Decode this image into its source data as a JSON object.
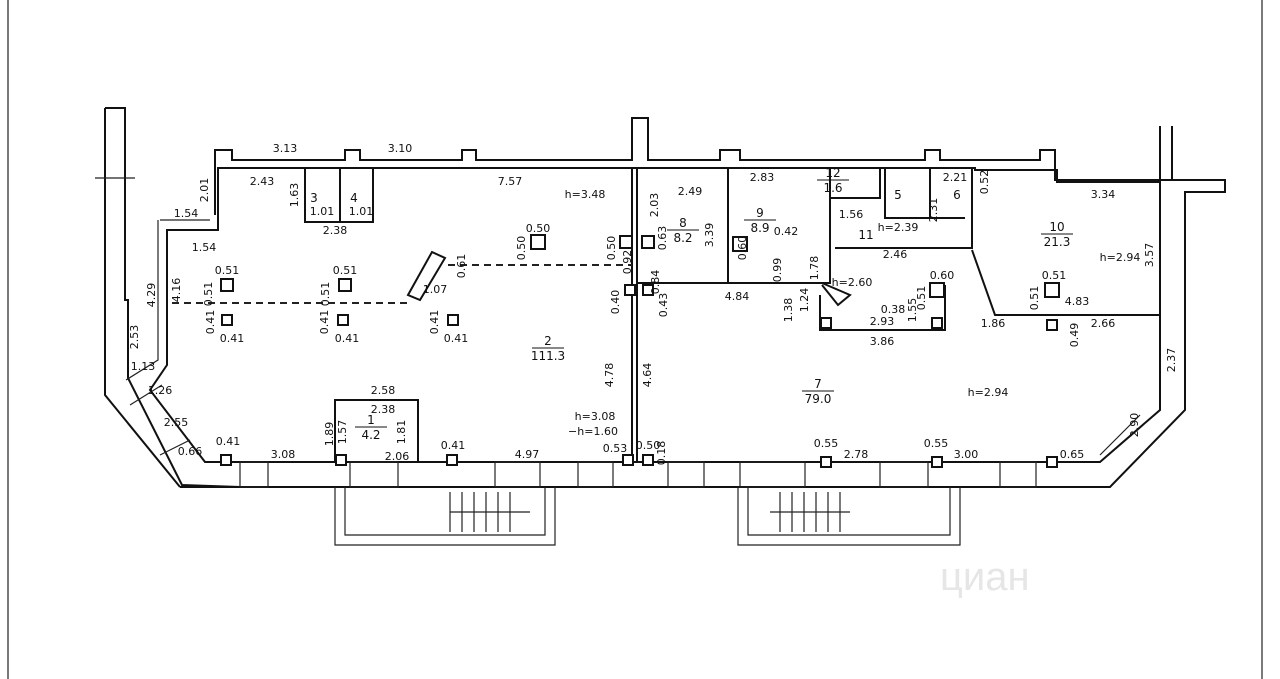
{
  "plan": {
    "dimension_labels": [
      "3.13",
      "3.10",
      "2.01",
      "2.43",
      "1.63",
      "1.01",
      "1.01",
      "2.38",
      "7.57",
      "h=3.48",
      "2.03",
      "1.54",
      "1.54",
      "4.29",
      "4.16",
      "0.51",
      "0.51",
      "0.51",
      "0.51",
      "0.50",
      "0.50",
      "0.50",
      "0.61",
      "1.07",
      "0.92",
      "0.40",
      "0.41",
      "0.41",
      "0.41",
      "0.41",
      "0.41",
      "0.41",
      "2.53",
      "1.13",
      "1.26",
      "2.55",
      "4.78",
      "2.58",
      "2.38",
      "1.89",
      "1.57",
      "1.81",
      "h=3.08",
      "−h=1.60",
      "0.66",
      "0.41",
      "3.08",
      "2.06",
      "0.41",
      "4.97",
      "0.53",
      "0.50",
      "0.18",
      "2.49",
      "2.83",
      "2.21",
      "0.52",
      "3.34",
      "2.31",
      "3.39",
      "0.60",
      "0.42",
      "1.56",
      "h=2.39",
      "h=2.94",
      "3.57",
      "0.63",
      "0.84",
      "0.99",
      "2.46",
      "1.78",
      "0.43",
      "4.84",
      "h=2.60",
      "0.60",
      "0.51",
      "0.51",
      "0.51",
      "4.83",
      "1.24",
      "1.38",
      "2.93",
      "0.38",
      "1.55",
      "1.86",
      "2.66",
      "0.49",
      "3.86",
      "2.37",
      "4.64",
      "h=2.94",
      "2.90",
      "0.55",
      "2.78",
      "0.55",
      "3.00",
      "0.65"
    ],
    "rooms": [
      {
        "number": "1",
        "area": "4.2"
      },
      {
        "number": "2",
        "area": "111.3"
      },
      {
        "number": "3",
        "area": ""
      },
      {
        "number": "4",
        "area": ""
      },
      {
        "number": "5",
        "area": ""
      },
      {
        "number": "6",
        "area": ""
      },
      {
        "number": "7",
        "area": "79.0"
      },
      {
        "number": "8",
        "area": "8.2"
      },
      {
        "number": "9",
        "area": "8.9"
      },
      {
        "number": "10",
        "area": "21.3"
      },
      {
        "number": "11",
        "area": ""
      },
      {
        "number": "12",
        "area": "1.6"
      }
    ],
    "watermark": "циан"
  }
}
